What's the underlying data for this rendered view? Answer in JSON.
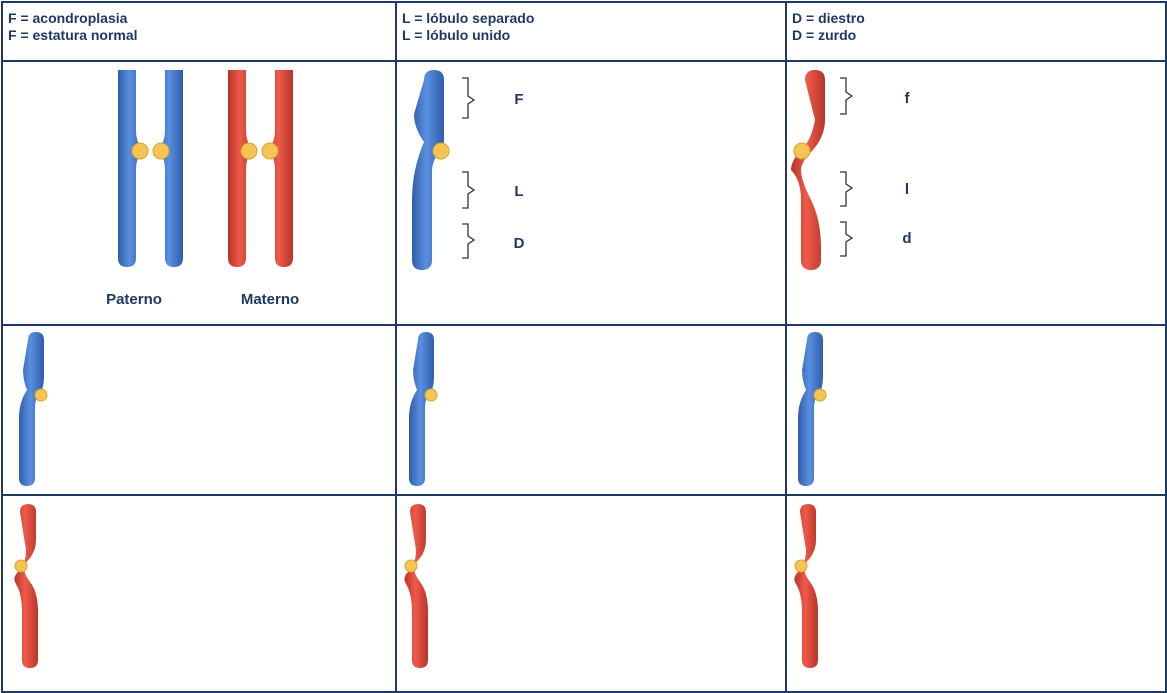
{
  "headers": [
    {
      "line1": "F = acondroplasia",
      "line2": "F = estatura normal"
    },
    {
      "line1": "L = lóbulo separado",
      "line2": "L = lóbulo unido"
    },
    {
      "line1": "D = diestro",
      "line2": "D = zurdo"
    }
  ],
  "pair": {
    "paternal_label": "Paterno",
    "maternal_label": "Materno"
  },
  "paternal_loci": [
    "F",
    "L",
    "D"
  ],
  "maternal_loci": [
    "f",
    "l",
    "d"
  ],
  "colors": {
    "border": "#1f3864",
    "label": "#1f3864",
    "paternal": "#4a7fd0",
    "paternal_dark": "#2f5ea8",
    "maternal": "#e0483a",
    "maternal_dark": "#b8352a",
    "centromere": "#f6c453",
    "centromere_stroke": "#d9a22c"
  }
}
